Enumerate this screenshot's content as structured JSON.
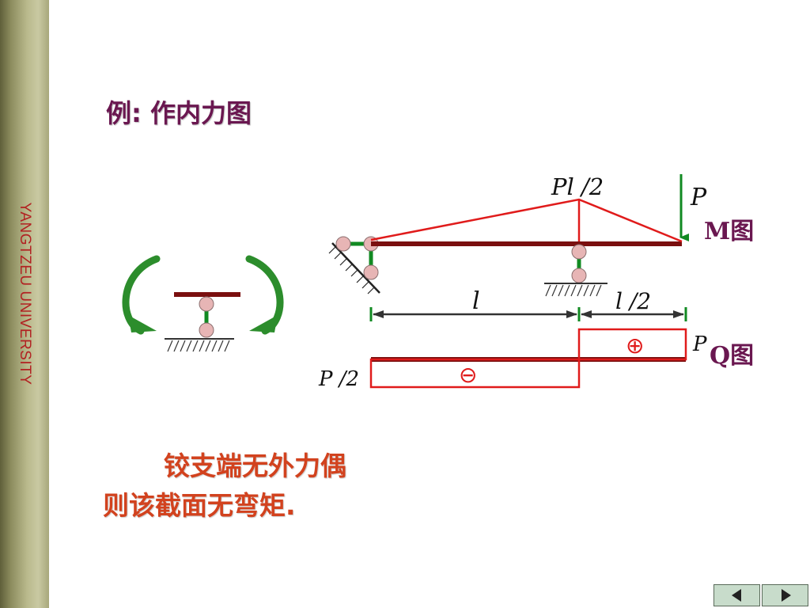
{
  "sidebar": {
    "text": "YANGTZEU   UNIVERSITY"
  },
  "title": "例: 作内力图",
  "diagram": {
    "moment_peak_label": "Pl /2",
    "load_label": "P",
    "m_diagram_label": "M图",
    "q_diagram_label": "Q图",
    "span_label": "l",
    "overhang_label": "l /2",
    "shear_right_label": "P",
    "shear_left_label": "P /2",
    "positive_sign": "⊕",
    "negative_sign": "⊖"
  },
  "note": {
    "line1": "铰支端无外力偶",
    "line2": "则该截面无弯矩."
  },
  "nav": {
    "prev_icon": "triangle-left-icon",
    "next_icon": "triangle-right-icon"
  },
  "colors": {
    "beam": "#7a0f0f",
    "diagram_line": "#e01b1b",
    "support": "#118a22",
    "hinge": "#e7b5b5",
    "arrow": "#2c8d2c",
    "title": "#6a1750",
    "note": "#d2421e",
    "label_dark": "#6a1750"
  }
}
